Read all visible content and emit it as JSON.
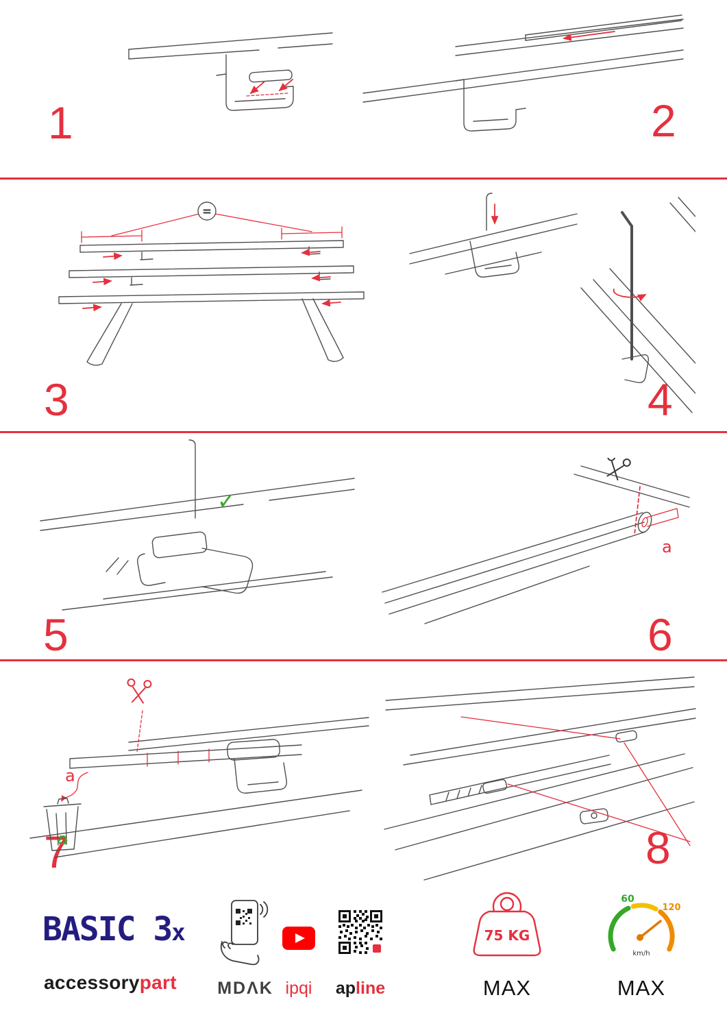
{
  "page": {
    "background": "#ffffff",
    "accent_red": "#e5303e"
  },
  "steps": {
    "s1": "1",
    "s2": "2",
    "s3": "3",
    "s4": "4",
    "s5": "5",
    "s6": "6",
    "s7": "7",
    "s8": "8"
  },
  "annotations": {
    "equal_spacing": "=",
    "check_mark": "✓",
    "cut_label_step6": "a",
    "cut_label_step7": "a",
    "recycle_symbol": "♻"
  },
  "footer": {
    "product_name": "BASIC 3",
    "product_qty": "x",
    "brand_black": "accessory",
    "brand_red": "part",
    "mdak_label": "MDΛK",
    "ipqi_label": "ipqi",
    "apline_black": "ap",
    "apline_red": "line",
    "weight_value": "75 KG",
    "weight_max": "MAX",
    "speed_low": "60",
    "speed_high": "120",
    "speed_unit": "km/h",
    "speed_max": "MAX"
  }
}
